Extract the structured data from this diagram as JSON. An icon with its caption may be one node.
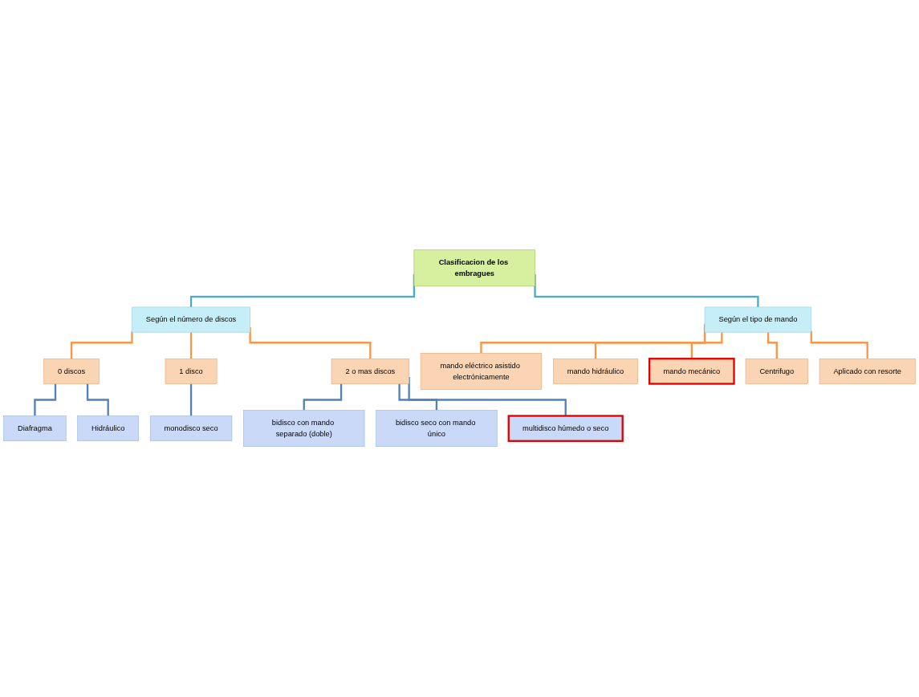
{
  "diagram": {
    "nodes": [
      {
        "text": [
          "Clasificacion de los embragues"
        ]
      },
      {
        "text": [
          "Según el número de discos"
        ]
      },
      {
        "text": [
          "Según el tipo de mando"
        ]
      },
      {
        "text": [
          "0 discos"
        ]
      },
      {
        "text": [
          "1 disco"
        ]
      },
      {
        "text": [
          "2 o mas discos"
        ]
      },
      {
        "text": [
          "Diafragma"
        ]
      },
      {
        "text": [
          "Hidráulico"
        ]
      },
      {
        "text": [
          "monodisco seco"
        ]
      },
      {
        "text": [
          "bidisco con mando separado (doble)"
        ]
      },
      {
        "text": [
          "bidisco seco con mando único"
        ]
      },
      {
        "text": [
          "multidisco húmedo o seco"
        ]
      },
      {
        "text": [
          "mando eléctrico asistido electrónicamente"
        ]
      },
      {
        "text": [
          "mando hidráulico"
        ]
      },
      {
        "text": [
          "mando mecánico"
        ]
      },
      {
        "text": [
          "Centrifugo"
        ]
      },
      {
        "text": [
          "Aplicado con resorte"
        ]
      }
    ],
    "edges": [
      {
        "from": 0,
        "to": 1,
        "arrow": "none",
        "color": "#4bacc6"
      },
      {
        "from": 0,
        "to": 2,
        "arrow": "none",
        "color": "#4bacc6"
      },
      {
        "from": 1,
        "to": 3,
        "arrow": "none"
      },
      {
        "from": 1,
        "to": 4,
        "arrow": "none"
      },
      {
        "from": 1,
        "to": 5,
        "arrow": "none"
      },
      {
        "from": 3,
        "to": 6,
        "arrow": "none",
        "color": "#4f81bd"
      },
      {
        "from": 3,
        "to": 7,
        "arrow": "none",
        "color": "#4f81bd"
      },
      {
        "from": 4,
        "to": 8,
        "arrow": "none",
        "color": "#4f81bd"
      },
      {
        "from": 5,
        "to": 9,
        "arrow": "none",
        "color": "#4f81bd"
      },
      {
        "from": 5,
        "to": 10,
        "arrow": "none",
        "color": "#4f81bd"
      },
      {
        "from": 5,
        "to": 11,
        "arrow": "none",
        "color": "#4f81bd"
      },
      {
        "from": 2,
        "to": 12,
        "arrow": "none"
      },
      {
        "from": 2,
        "to": 13,
        "arrow": "none"
      },
      {
        "from": 2,
        "to": 14,
        "arrow": "none"
      },
      {
        "from": 2,
        "to": 15,
        "arrow": "none"
      },
      {
        "from": 2,
        "to": 16,
        "arrow": "none"
      }
    ]
  }
}
